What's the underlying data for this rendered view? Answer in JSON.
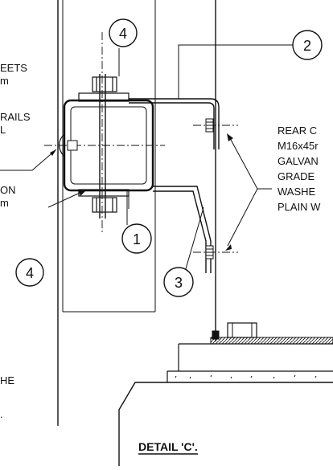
{
  "drawing": {
    "title": "DETAIL 'C'.",
    "left_notes": [
      "EETS",
      "m",
      "RAILS",
      "L",
      "ON",
      "m",
      "HE",
      "."
    ],
    "right_notes": [
      "REAR C",
      "M16x45r",
      "GALVAN",
      "GRADE",
      "WASHE",
      "PLAIN W"
    ],
    "callouts": [
      "4",
      "2",
      "1",
      "4",
      "3"
    ]
  },
  "colors": {
    "line": "#111111",
    "paper": "#ffffff"
  }
}
